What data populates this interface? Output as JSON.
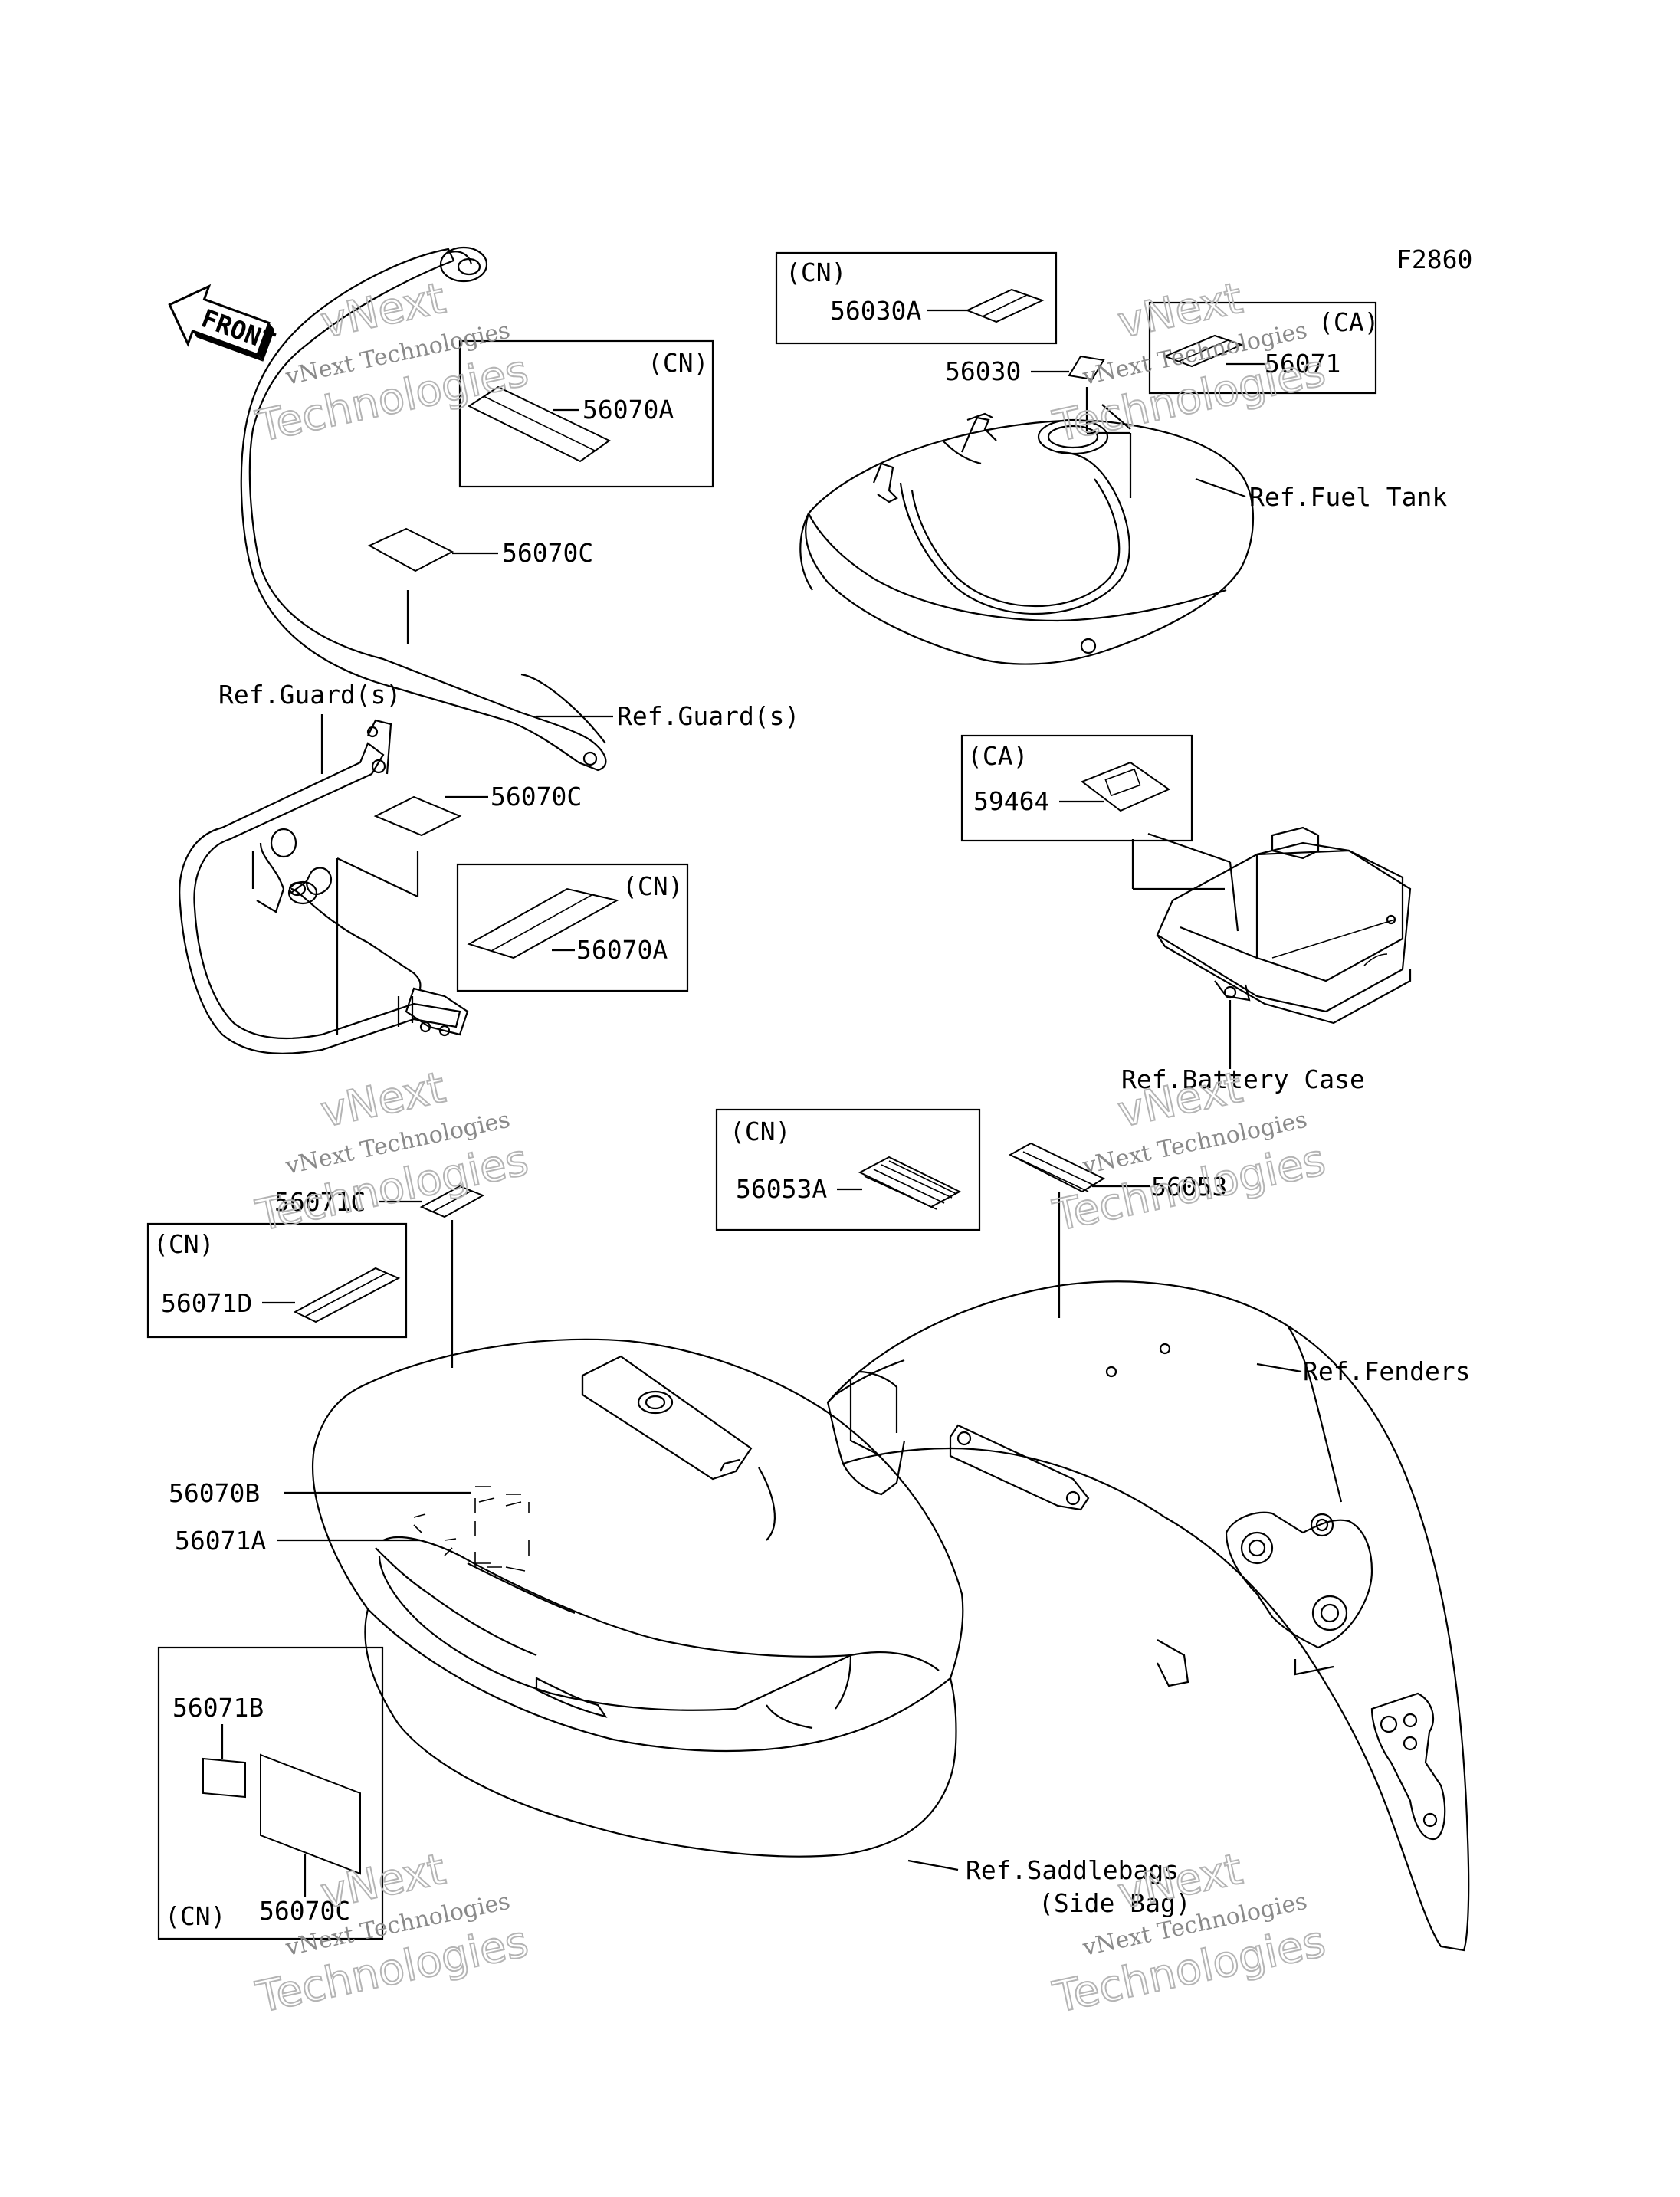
{
  "figure_code": "F2860",
  "front_arrow": "FRONT",
  "callouts": {
    "c_56070A_top": "56070A",
    "c_56070C_top": "56070C",
    "c_56070C_mid": "56070C",
    "c_56070A_mid": "56070A",
    "c_56030A": "56030A",
    "c_56030": "56030",
    "c_56071": "56071",
    "c_59464": "59464",
    "c_56053A": "56053A",
    "c_56053": "56053",
    "c_56071C": "56071C",
    "c_56071D": "56071D",
    "c_56070B": "56070B",
    "c_56071A": "56071A",
    "c_56071B": "56071B",
    "c_56070C_bot": "56070C"
  },
  "region_tags": {
    "cn_1": "(CN)",
    "cn_2": "(CN)",
    "cn_3": "(CN)",
    "cn_4": "(CN)",
    "cn_5": "(CN)",
    "cn_6": "(CN)",
    "ca_1": "(CA)",
    "ca_2": "(CA)"
  },
  "references": {
    "fuel_tank": "Ref.Fuel Tank",
    "guard_top": "Ref.Guard(s)",
    "guard_left": "Ref.Guard(s)",
    "battery_case": "Ref.Battery Case",
    "fenders": "Ref.Fenders",
    "saddlebags_line1": "Ref.Saddlebags",
    "saddlebags_line2": "(Side Bag)"
  },
  "watermark": {
    "line1": "vNext",
    "line2": "vNext Technologies",
    "line3": "Technologies"
  }
}
